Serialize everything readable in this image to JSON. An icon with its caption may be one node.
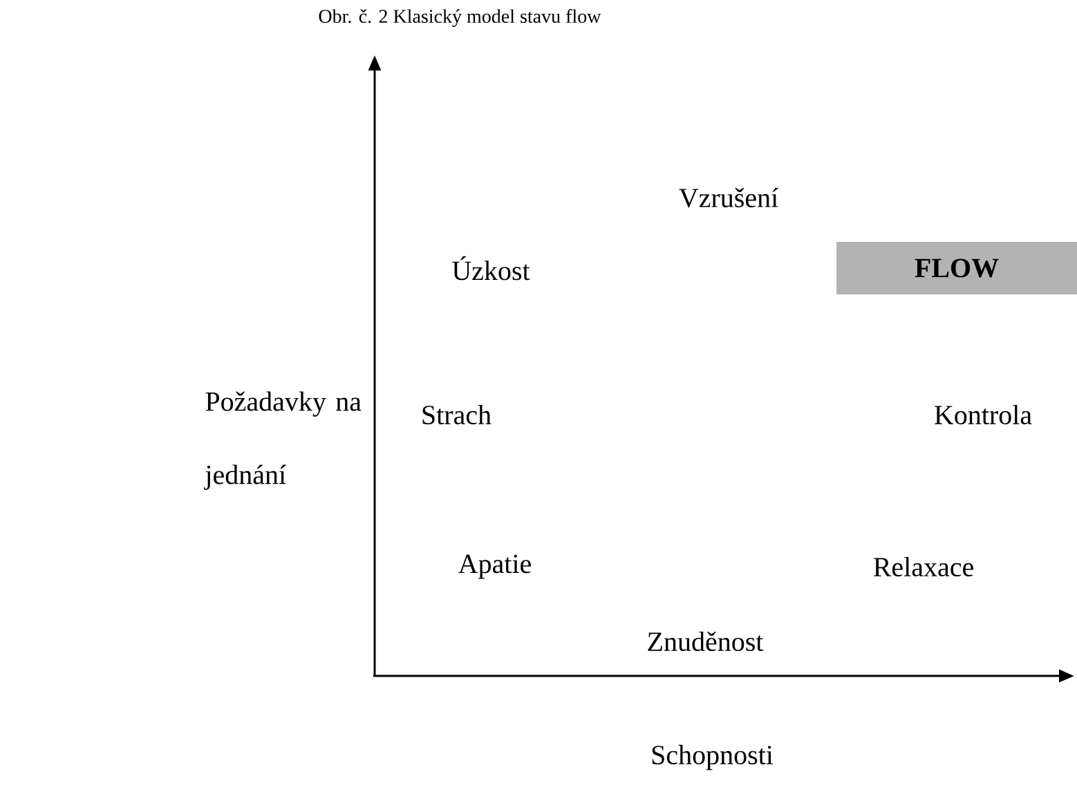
{
  "diagram": {
    "title": "Obr. č. 2 Klasický model stavu flow",
    "nodes": [
      {
        "text": [
          "FLOW"
        ]
      }
    ],
    "labels": [
      "Vzrušení",
      "Úzkost",
      "Požadavky na jednání",
      "Strach",
      "Kontrola",
      "Apatie",
      "Relaxace",
      "Znuděnost",
      "Schopnosti"
    ]
  }
}
